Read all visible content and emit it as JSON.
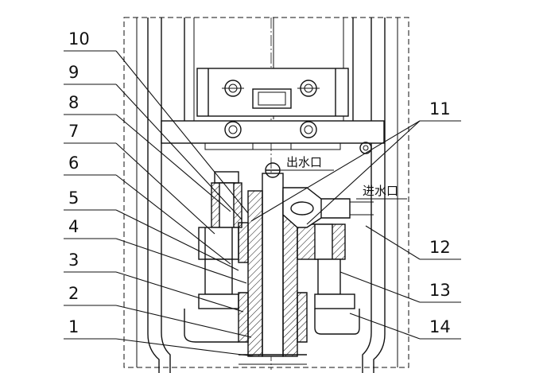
{
  "callouts_left": [
    "10",
    "9",
    "8",
    "7",
    "6",
    "5",
    "4",
    "3",
    "2",
    "1"
  ],
  "callouts_right": [
    "11",
    "12",
    "13",
    "14"
  ],
  "text_labels": {
    "outlet": "出水口",
    "inlet": "进水口"
  }
}
